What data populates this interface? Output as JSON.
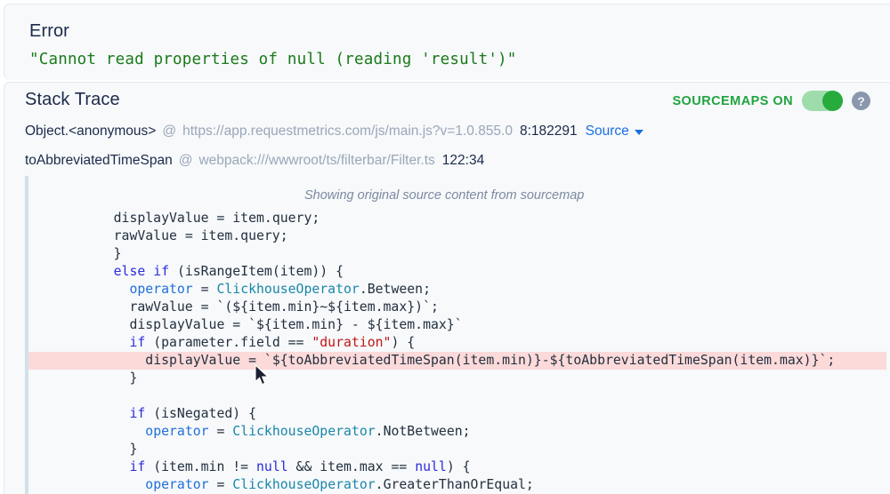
{
  "error": {
    "title": "Error",
    "message": "\"Cannot read properties of null (reading 'result')\"",
    "message_color": "#1a7a1a"
  },
  "stack_trace": {
    "title": "Stack Trace",
    "sourcemaps_toggle": {
      "label": "SOURCEMAPS ON",
      "state": "on",
      "accent_color": "#21a33f"
    },
    "help_icon": "?",
    "frames": [
      {
        "function": "Object.<anonymous>",
        "at": "@",
        "url": "https://app.requestmetrics.com/js/main.js?v=1.0.855.0",
        "position": "8:182291",
        "source_link": "Source",
        "has_dropdown": true
      },
      {
        "function": "toAbbreviatedTimeSpan",
        "at": "@",
        "url": "webpack:///wwwroot/ts/filterbar/Filter.ts",
        "position": "122:34",
        "source_link": "",
        "has_dropdown": false
      }
    ]
  },
  "code_panel": {
    "note": "Showing original source content from sourcemap",
    "highlighted_line_index": 8,
    "lines": [
      {
        "indent": 4,
        "tokens": [
          {
            "t": "displayValue",
            "c": "pln"
          },
          {
            "t": " = item.query;",
            "c": "pln"
          }
        ]
      },
      {
        "indent": 4,
        "tokens": [
          {
            "t": "rawValue = item.query;",
            "c": "pln"
          }
        ]
      },
      {
        "indent": 4,
        "tokens": [
          {
            "t": "}",
            "c": "pln"
          }
        ]
      },
      {
        "indent": 4,
        "tokens": [
          {
            "t": "else",
            "c": "kw"
          },
          {
            "t": " ",
            "c": "pln"
          },
          {
            "t": "if",
            "c": "kw"
          },
          {
            "t": " (isRangeItem(item)) {",
            "c": "pln"
          }
        ]
      },
      {
        "indent": 6,
        "tokens": [
          {
            "t": "operator",
            "c": "var"
          },
          {
            "t": " = ",
            "c": "pln"
          },
          {
            "t": "ClickhouseOperator",
            "c": "cls"
          },
          {
            "t": ".Between;",
            "c": "pln"
          }
        ]
      },
      {
        "indent": 6,
        "tokens": [
          {
            "t": "rawValue = `(${item.min}~${item.max})`;",
            "c": "pln"
          }
        ]
      },
      {
        "indent": 6,
        "tokens": [
          {
            "t": "displayValue = `${item.min} - ${item.max}`",
            "c": "pln"
          }
        ]
      },
      {
        "indent": 6,
        "tokens": [
          {
            "t": "if",
            "c": "kw"
          },
          {
            "t": " (parameter.field == ",
            "c": "pln"
          },
          {
            "t": "\"duration\"",
            "c": "str"
          },
          {
            "t": ") {",
            "c": "pln"
          }
        ]
      },
      {
        "indent": 8,
        "tokens": [
          {
            "t": "displayValue = `${toAbbreviatedTimeSpan(item.min)}-${toAbbreviatedTimeSpan(item.max)}`;",
            "c": "pln"
          }
        ]
      },
      {
        "indent": 6,
        "tokens": [
          {
            "t": "}",
            "c": "pln"
          }
        ]
      },
      {
        "indent": 0,
        "tokens": []
      },
      {
        "indent": 6,
        "tokens": [
          {
            "t": "if",
            "c": "kw"
          },
          {
            "t": " (isNegated) {",
            "c": "pln"
          }
        ]
      },
      {
        "indent": 8,
        "tokens": [
          {
            "t": "operator",
            "c": "var"
          },
          {
            "t": " = ",
            "c": "pln"
          },
          {
            "t": "ClickhouseOperator",
            "c": "cls"
          },
          {
            "t": ".NotBetween;",
            "c": "pln"
          }
        ]
      },
      {
        "indent": 6,
        "tokens": [
          {
            "t": "}",
            "c": "pln"
          }
        ]
      },
      {
        "indent": 6,
        "tokens": [
          {
            "t": "if",
            "c": "kw"
          },
          {
            "t": " (item.min != ",
            "c": "pln"
          },
          {
            "t": "null",
            "c": "kw"
          },
          {
            "t": " && item.max == ",
            "c": "pln"
          },
          {
            "t": "null",
            "c": "kw"
          },
          {
            "t": ") {",
            "c": "pln"
          }
        ]
      },
      {
        "indent": 8,
        "tokens": [
          {
            "t": "operator",
            "c": "var"
          },
          {
            "t": " = ",
            "c": "pln"
          },
          {
            "t": "ClickhouseOperator",
            "c": "cls"
          },
          {
            "t": ".GreaterThanOrEqual;",
            "c": "pln"
          }
        ]
      }
    ]
  }
}
